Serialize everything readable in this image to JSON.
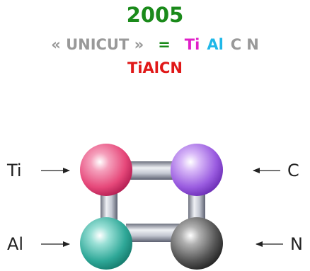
{
  "header": {
    "year": "2005",
    "trade_name": "« UNICUT »",
    "equals": "=",
    "formula_parts": [
      "Ti",
      "Al",
      "C",
      "N"
    ],
    "compound": "TiAlCN"
  },
  "diagram": {
    "elements": [
      {
        "symbol": "Ti",
        "color": "#e6487a"
      },
      {
        "symbol": "C",
        "color": "#9a5ce0"
      },
      {
        "symbol": "Al",
        "color": "#2fa898"
      },
      {
        "symbol": "N",
        "color": "#555555"
      }
    ]
  },
  "colors": {
    "year": "#1a8a1a",
    "trade_name": "#999999",
    "equals": "#1a8a1a",
    "ti": "#e020c8",
    "al": "#20b8e8",
    "cn": "#999999",
    "compound": "#e01818",
    "bond": "#b8bcc8"
  }
}
